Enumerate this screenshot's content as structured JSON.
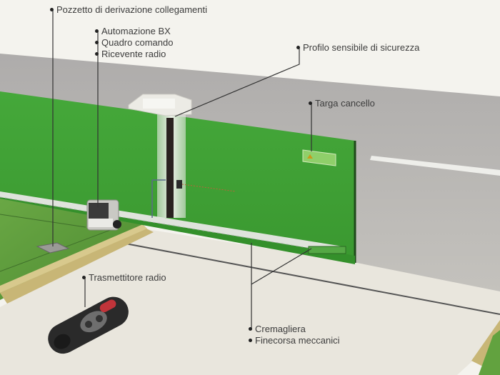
{
  "diagram": {
    "subject": "Sliding gate automation system",
    "colors": {
      "background_top": "#f4f3ee",
      "road": "#b9b7b3",
      "gate": "#3fa335",
      "gate_dark": "#2f8a28",
      "lawn": "#5b9a3a",
      "pavement": "#e8e5dc",
      "curb": "#c9b77a",
      "leader_line": "#333333"
    },
    "labels": [
      {
        "id": "pozzetto",
        "text": "Pozzetto di derivazione collegamenti"
      },
      {
        "id": "automazione",
        "text": "Automazione BX"
      },
      {
        "id": "quadro",
        "text": "Quadro comando"
      },
      {
        "id": "ricevente",
        "text": "Ricevente radio"
      },
      {
        "id": "profilo",
        "text": "Profilo sensibile di sicurezza"
      },
      {
        "id": "targa",
        "text": "Targa cancello"
      },
      {
        "id": "trasmettitore",
        "text": "Trasmettitore radio"
      },
      {
        "id": "cremagliera",
        "text": "Cremagliera"
      },
      {
        "id": "finecorsa",
        "text": "Finecorsa meccanici"
      }
    ]
  }
}
